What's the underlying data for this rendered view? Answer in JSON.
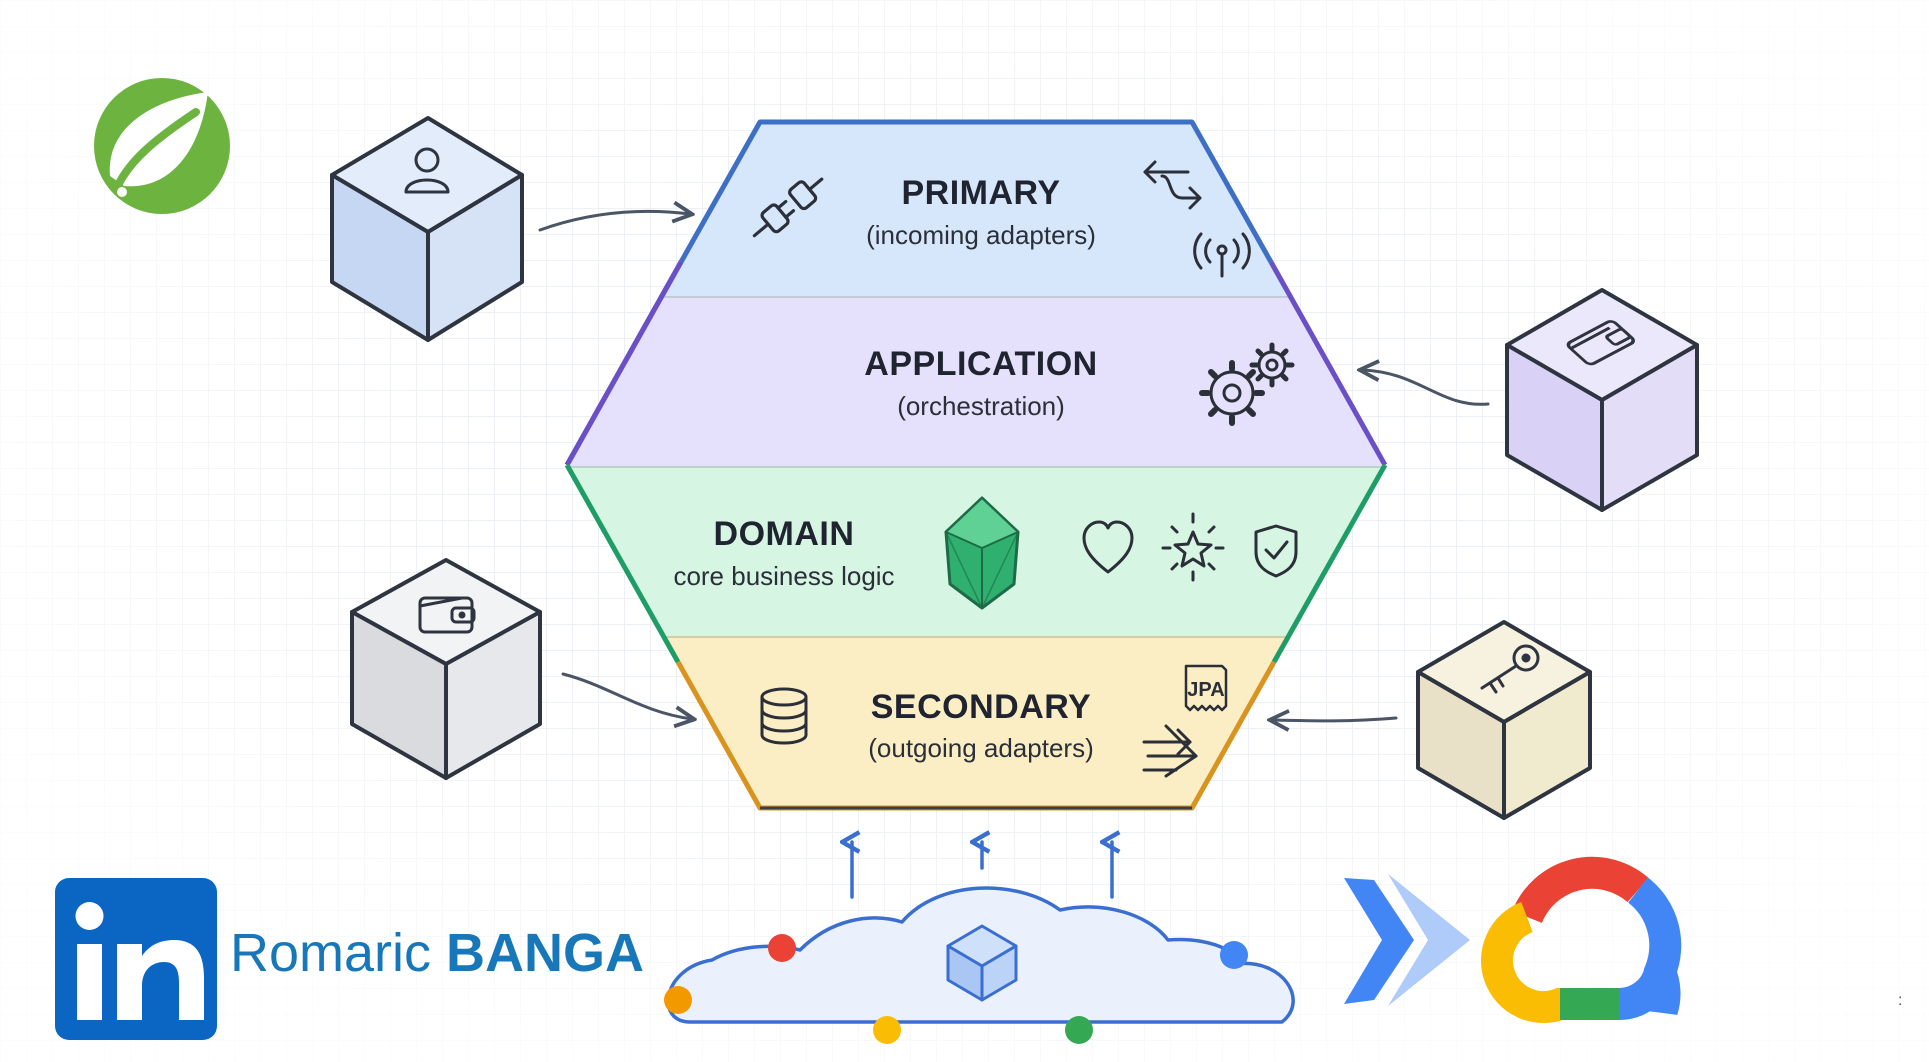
{
  "layers": [
    {
      "id": "primary",
      "title": "PRIMARY",
      "subtitle": "(incoming adapters)",
      "fill": "#d6e6fb",
      "edge": "#3d6fc4"
    },
    {
      "id": "application",
      "title": "APPLICATION",
      "subtitle": "(orchestration)",
      "fill": "#e5e0fb",
      "edge": "#6a4fc6"
    },
    {
      "id": "domain",
      "title": "DOMAIN",
      "subtitle": "core business logic",
      "fill": "#d6f5e3",
      "edge": "#1f9d67"
    },
    {
      "id": "secondary",
      "title": "SECONDARY",
      "subtitle": "(outgoing adapters)",
      "fill": "#fbeec4",
      "edge": "#d99420"
    }
  ],
  "badges": {
    "jpa": "JPA"
  },
  "author": {
    "first": "Romaric",
    "last": "BANGA"
  },
  "corner_mark": ":",
  "icons": {
    "logos": [
      "spring-leaf-icon",
      "linkedin-icon",
      "google-cloud-run-icon",
      "google-cloud-icon"
    ],
    "primary": [
      "plug-icon",
      "swap-arrows-icon",
      "antenna-icon"
    ],
    "application": [
      "gears-icon"
    ],
    "domain": [
      "gem-icon",
      "heart-icon",
      "sparkle-star-icon",
      "shield-check-icon"
    ],
    "secondary": [
      "database-icon",
      "forward-arrows-icon"
    ],
    "cubes": [
      "user-icon",
      "wallet-icon",
      "key-icon"
    ]
  },
  "colors": {
    "spring": "#6db33f",
    "linkedin": "#0a66c2",
    "author_text": "#1877b8",
    "arrow_blue": "#3a6fd0",
    "cloud_fill": "#eaf1fd",
    "cloud_stroke": "#3a6fd0",
    "google_red": "#ea4335",
    "google_yellow": "#fbbc04",
    "google_green": "#34a853",
    "google_blue": "#4285f4"
  }
}
